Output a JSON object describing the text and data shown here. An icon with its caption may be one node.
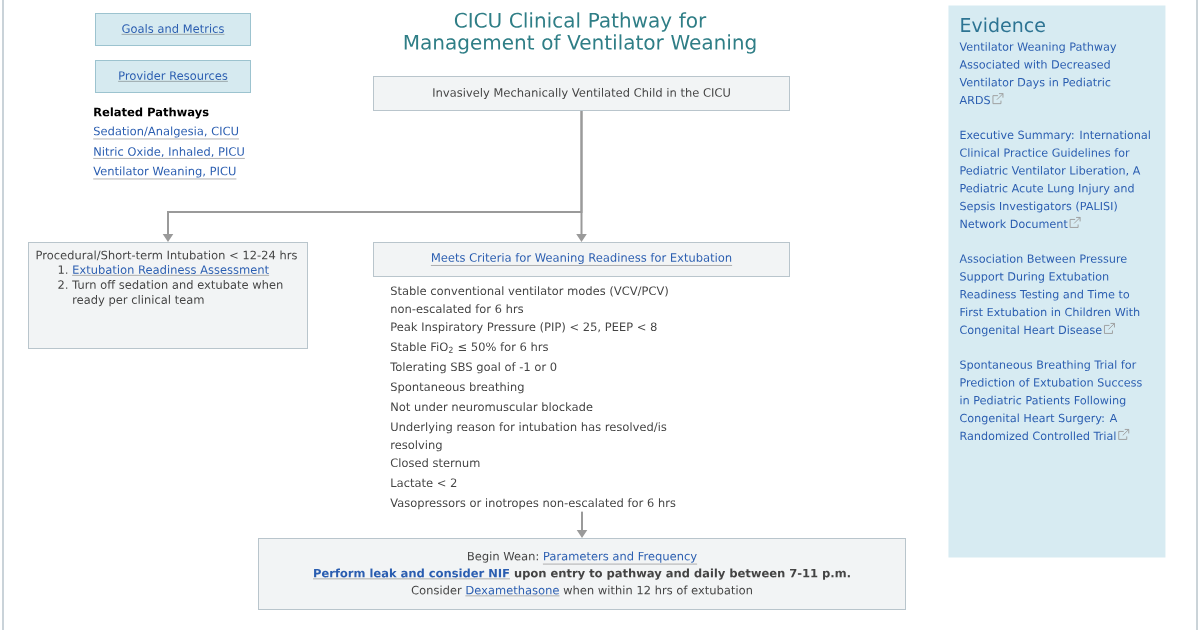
{
  "diagram": {
    "title": "CICU Clinical Pathway for Management of Ventilator Weaning",
    "nodes": [
      {
        "text": [
          "Goals and Metrics"
        ]
      },
      {
        "text": [
          "Provider Resources"
        ]
      },
      {
        "text": [
          "Invasively Mechanically Ventilated Child in the CICU"
        ]
      },
      {
        "text": [
          "Procedural/Short-term Intubation < 12-24 hrs",
          "1.",
          "Extubation Readiness Assessment",
          "2.",
          "Turn off sedation and extubate when ready per clinical team"
        ]
      },
      {
        "text": [
          "Meets Criteria for Weaning Readiness for Extubation"
        ]
      },
      {
        "text": [
          "Stable conventional ventilator modes (VCV/PCV) non-escalated for 6 hrs",
          "Peak Inspiratory Pressure (PIP) < 25, PEEP < 8",
          "Stable FiO$_{2}$ ≤ 50% for 6 hrs",
          "Tolerating SBS goal of -1 or 0",
          "Spontaneous breathing",
          "Not under neuromuscular blockade",
          "Underlying reason for intubation has resolved/is resolving",
          "Closed sternum",
          "Lactate < 2",
          "Vasopressors or inotropes non-escalated for 6 hrs"
        ]
      },
      {
        "text": [
          "Begin Wean:",
          "Parameters and Frequency",
          "Perform leak and consider NIF",
          "upon entry to pathway and daily between 7-11 p.m.",
          "Consider",
          "Dexamethasone",
          "when within 12 hrs of extubation"
        ]
      },
      {
        "text": [
          "Evidence",
          "Ventilator Weaning Pathway Associated with Decreased Ventilator Days in Pediatric ARDS",
          "Executive Summary: International Clinical Practice Guidelines for Pediatric Ventilator Liberation, A Pediatric Acute Lung Injury and Sepsis Investigators (PALISI) Network Document",
          "Association Between Pressure Support During Extubation Readiness Testing and Time to First Extubation in Children With Congenital Heart Disease",
          "Spontaneous Breathing Trial for Prediction of Extubation Success in Pediatric Patients Following Congenital Heart Surgery: A Randomized Controlled Trial"
        ]
      }
    ],
    "edges": [
      {
        "from": 2,
        "to": 3,
        "arrow": "to"
      },
      {
        "from": 2,
        "to": 4,
        "arrow": "to"
      },
      {
        "from": 5,
        "to": 6,
        "arrow": "to"
      }
    ],
    "labels": [
      "Related Pathways",
      "Sedation/Analgesia, CICU",
      "Nitric Oxide, Inhaled, PICU",
      "Ventilator Weaning, PICU"
    ]
  }
}
